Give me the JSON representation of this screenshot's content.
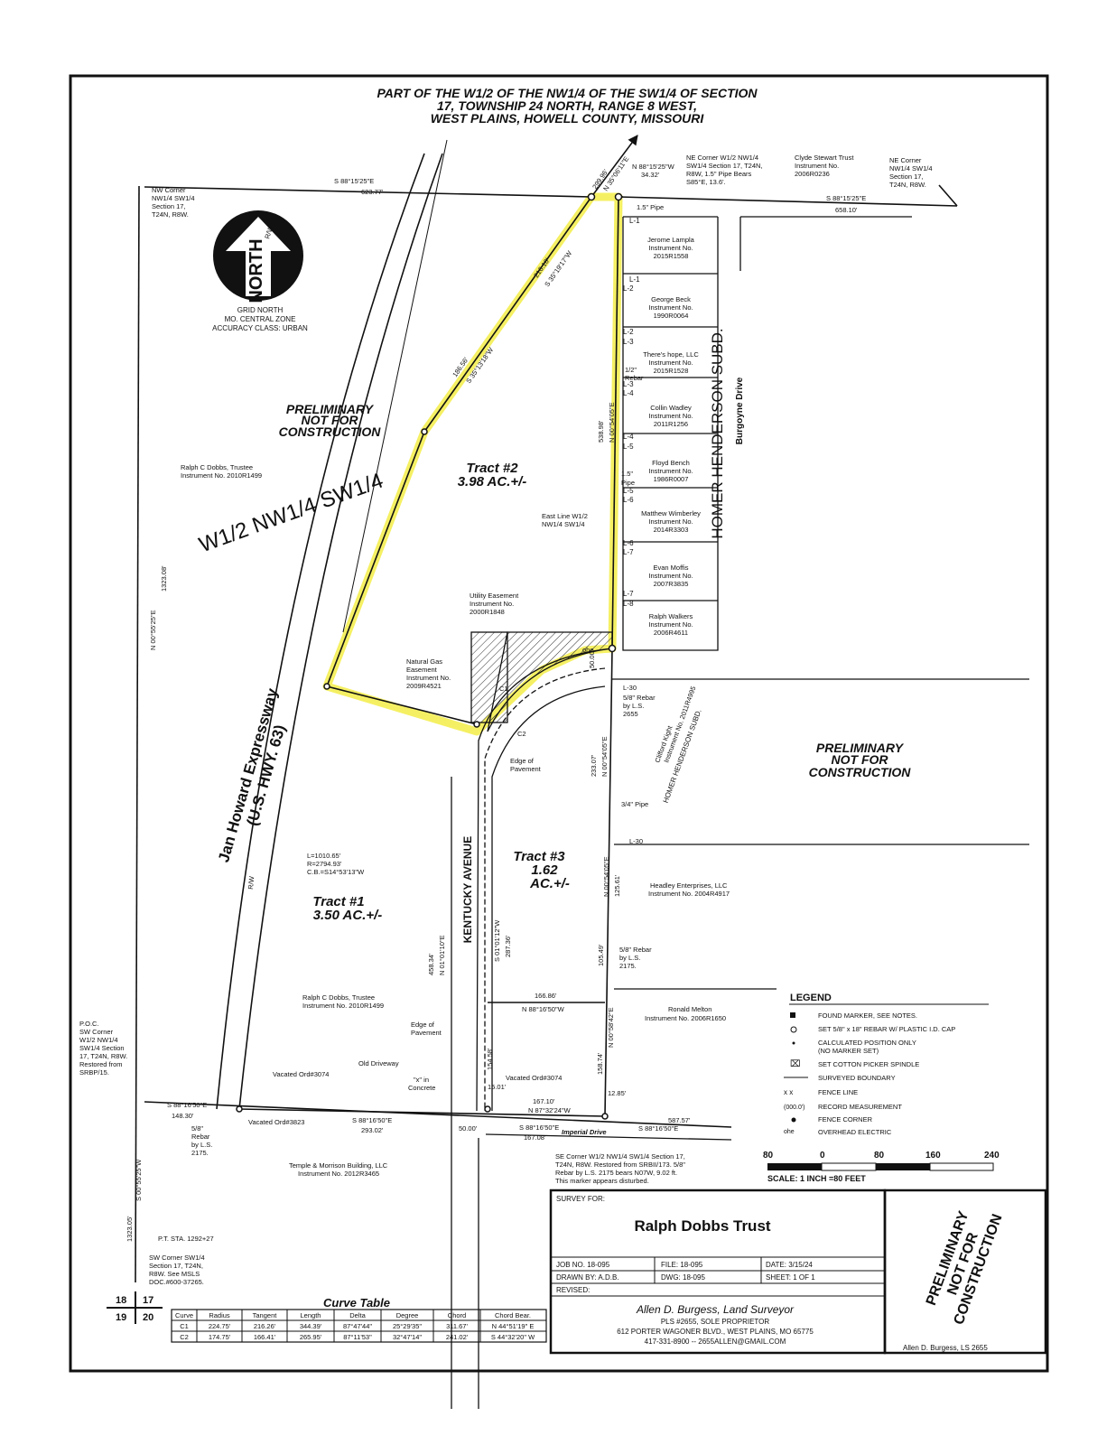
{
  "title": {
    "line1": "PART OF THE W1/2 OF THE NW1/4 OF THE SW1/4 OF SECTION",
    "line2": "17, TOWNSHIP 24 NORTH, RANGE 8 WEST,",
    "line3": "WEST PLAINS, HOWELL COUNTY, MISSOURI"
  },
  "north_arrow": {
    "label": "NORTH",
    "note1": "GRID NORTH",
    "note2": "MO. CENTRAL ZONE",
    "note3": "ACCURACY CLASS: URBAN"
  },
  "preliminary": {
    "line1": "PRELIMINARY",
    "line2": "NOT FOR",
    "line3": "CONSTRUCTION"
  },
  "tracts": {
    "t1_name": "Tract #1",
    "t1_area": "3.50 AC.+/-",
    "t2_name": "Tract #2",
    "t2_area": "3.98 AC.+/-",
    "t3_name": "Tract #3",
    "t3_area1": "1.62",
    "t3_area2": "AC.+/-"
  },
  "corners": {
    "nw": [
      "NW Corner",
      "NW1/4 SW1/4",
      "Section 17,",
      "T24N, R8W."
    ],
    "ne_w12": [
      "NE Corner W1/2 NW1/4",
      "SW1/4 Section 17, T24N,",
      "R8W, 1.5\" Pipe Bears",
      "S85°E, 13.6'."
    ],
    "clyde": [
      "Clyde Stewart Trust",
      "Instrument No.",
      "2006R0236"
    ],
    "ne_nw14": [
      "NE Corner",
      "NW1/4 SW1/4",
      "Section 17,",
      "T24N, R8W."
    ],
    "poc": [
      "P.O.C.",
      "SW Corner",
      "W1/2 NW1/4",
      "SW1/4 Section",
      "17, T24N, R8W.",
      "Restored from",
      "SRBP/15."
    ],
    "sw_sw14": [
      "SW Corner SW1/4",
      "Section 17, T24N,",
      "R8W. See MSLS",
      "DOC.#600-37265."
    ],
    "se_w12": [
      "SE Corner W1/2 NW1/4 SW1/4 Section 17,",
      "T24N, R8W. Restored from SRBII/173. 5/8\"",
      "Rebar by L.S. 2175 bears N07W, 9.02 ft.",
      "This marker appears disturbed."
    ]
  },
  "bearings": {
    "top_left": "S 88°15'25\"E",
    "top_left_dist": "623.77'",
    "top_right": "S 88°15'25\"E",
    "top_right_dist": "658.10'",
    "ne_short": "N 88°15'25\"W",
    "ne_short_dist": "34.32'",
    "diag_top": "N 35°06'11\"E",
    "diag_top_dist": "299.96'",
    "row1": "S 35°19'17\"W",
    "row1_dist": "216.16'",
    "row2": "S 35°13'18\"W",
    "row2_dist": "186.56'",
    "east_line": "N 00°54'05\"E",
    "east_line_dist": "538.98'",
    "mid_east": "N 00°54'05\"E",
    "mid_east_dist": "233.07'",
    "t3_east": "N 00°54'05\"E",
    "t3_east_dist": "125.61'",
    "t3_south_dist": "105.49'",
    "lower_east": "N 00°58'42\"E",
    "lower_east_dist": "158.74'",
    "ky_bearing": "S 01°01'12\"W",
    "ky_dist": "287.36'",
    "ky_left": "N 01°01'10\"E",
    "ky_left_dist": "458.34'",
    "ky_154": "154.58'",
    "t3_bottom_dist": "166.86'",
    "t3_bottom": "N 88°16'50\"W",
    "south_left": "S 88°16'50\"E",
    "south_left_dist": "148.30'",
    "south_mid": "S 88°16'50\"E",
    "south_mid_dist": "293.02'",
    "south_right": "S 88°16'50\"E",
    "south_right_dist": "587.57'",
    "imp_167": "167.10'",
    "imp_bearing": "N 87°32'24\"W",
    "imp_167b": "167.08'",
    "imp_s": "S 88°16'50\"E",
    "d_50": "50.00'",
    "d_50b": "50.00'",
    "d_1501": "15.01'",
    "d_1285": "12.85'",
    "left_vert": "N 00°55'25\"E",
    "left_vert_dist": "1323.08'",
    "left_vert2": "S 00°55'25\"W",
    "left_vert2_dist": "1323.05'"
  },
  "lots": [
    {
      "owner": "Jerome Lampla",
      "inst": "Instrument No.",
      "num": "2015R1558"
    },
    {
      "owner": "George Beck",
      "inst": "Instrument No.",
      "num": "1990R0064"
    },
    {
      "owner": "There's hope, LLC",
      "inst": "Instrument No.",
      "num": "2015R1528"
    },
    {
      "owner": "Collin Wadley",
      "inst": "Instrument No.",
      "num": "2011R1256"
    },
    {
      "owner": "Floyd Bench",
      "inst": "Instrument No.",
      "num": "1986R0007"
    },
    {
      "owner": "Matthew Wimberley",
      "inst": "Instrument No.",
      "num": "2014R3303"
    },
    {
      "owner": "Evan Moffis",
      "inst": "Instrument No.",
      "num": "2007R3835"
    },
    {
      "owner": "Ralph Walkers",
      "inst": "Instrument No.",
      "num": "2006R4611"
    }
  ],
  "l_labels": [
    "L-1",
    "L-1",
    "L-2",
    "L-2",
    "L-3",
    "L-3",
    "L-4",
    "L-4",
    "L-5",
    "L-5",
    "L-6",
    "L-6",
    "L-7",
    "L-7",
    "L-8"
  ],
  "subdivision": "HOMER HENDERSON SUBD.",
  "subdivision2": "HOMER HENDERSON SUBD.",
  "burgoyne": "Burgoyne Drive",
  "pipe_15": "1.5\" Pipe",
  "rebar_12": [
    "1/2\"",
    "Rebar"
  ],
  "pipe_15b": [
    "1.5\"",
    "Pipe"
  ],
  "east_line_note": [
    "East Line W1/2",
    "NW1/4 SW1/4"
  ],
  "ohe": "ohe",
  "w12_label": "W1/2 NW1/4 SW1/4",
  "rw": "R/W",
  "dobbs_upper": [
    "Ralph C Dobbs, Trustee",
    "Instrument No. 2010R1499"
  ],
  "dobbs_lower": [
    "Ralph C Dobbs, Trustee",
    "Instrument No. 2010R1499"
  ],
  "utility": [
    "Utility Easement",
    "Instrument No.",
    "2000R1848"
  ],
  "gas": [
    "Natural Gas",
    "Easement",
    "Instrument No.",
    "2009R4521"
  ],
  "c1": "C1",
  "c2": "C2",
  "l30a": "L-30",
  "l30b": "L-30",
  "rebar_2655": [
    "5/8\" Rebar",
    "by L.S.",
    "2655"
  ],
  "clifford": [
    "Clifford Kight",
    "Instrument No. 2011R4995"
  ],
  "pipe_34": "3/4\" Pipe",
  "edge_pav1": [
    "Edge of",
    "Pavement"
  ],
  "edge_pav2": [
    "Edge of",
    "Pavement"
  ],
  "expressway1": "Jan Howard Expressway",
  "expressway2": "(U.S. HWY. 63)",
  "curve_note": [
    "L=1010.65'",
    "R=2794.93'",
    "C.B.=S14°53'13\"W"
  ],
  "kentucky": "KENTUCKY AVENUE",
  "headley": [
    "Headley Enterprises, LLC",
    "Instrument No. 2004R4917"
  ],
  "rebar_2175": [
    "5/8\" Rebar",
    "by L.S.",
    "2175."
  ],
  "rebar_2175b": [
    "5/8\"",
    "Rebar",
    "by L.S.",
    "2175."
  ],
  "ronald": [
    "Ronald Melton",
    "Instrument No. 2006R1650"
  ],
  "vacated1": "Vacated Ord#3074",
  "vacated2": "Vacated Ord#3074",
  "vacated3": "Vacated Ord#3823",
  "old_driveway": "Old Driveway",
  "x_concrete": [
    "\"x\" in",
    "Concrete"
  ],
  "imperial": "Imperial Drive",
  "temple": [
    "Temple & Morrison Building, LLC",
    "Instrument No. 2012R3465"
  ],
  "pt_sta": "P.T. STA. 1292+27",
  "section_grid": [
    "18",
    "17",
    "19",
    "20"
  ],
  "legend": {
    "title": "LEGEND",
    "items": [
      "FOUND MARKER, SEE NOTES.",
      "SET 5/8\" x 18\" REBAR W/ PLASTIC I.D. CAP",
      "CALCULATED POSITION ONLY",
      "(NO MARKER SET)",
      "SET COTTON PICKER SPINDLE",
      "SURVEYED BOUNDARY",
      "FENCE LINE",
      "RECORD MEASUREMENT",
      "FENCE CORNER",
      "OVERHEAD ELECTRIC"
    ],
    "record_sym": "(000.0')",
    "fence_sym": "x    x",
    "ohe_sym": "ohe"
  },
  "scale": {
    "ticks": [
      "80",
      "0",
      "80",
      "160",
      "240"
    ],
    "label": "SCALE: 1 INCH =80 FEET"
  },
  "title_block": {
    "survey_for": "SURVEY FOR:",
    "client": "Ralph Dobbs Trust",
    "job": "JOB NO. 18-095",
    "file": "FILE: 18-095",
    "date": "DATE: 3/15/24",
    "drawn": "DRAWN BY: A.D.B.",
    "dwg": "DWG: 18-095",
    "sheet": "SHEET: 1 OF 1",
    "revised": "REVISED:",
    "surveyor": "Allen D. Burgess, Land Surveyor",
    "pls": "PLS #2655, SOLE PROPRIETOR",
    "address": "612 PORTER WAGONER BLVD., WEST PLAINS, MO 65775",
    "contact": "417-331-8900 -- 2655ALLEN@GMAIL.COM",
    "signature": "Allen D. Burgess, LS 2655"
  },
  "curve_table": {
    "title": "Curve Table",
    "headers": [
      "Curve",
      "Radius",
      "Tangent",
      "Length",
      "Delta",
      "Degree",
      "Chord",
      "Chord Bear."
    ],
    "rows": [
      [
        "C1",
        "224.75'",
        "216.26'",
        "344.39'",
        "87°47'44\"",
        "25°29'35\"",
        "311.67'",
        "N 44°51'19\" E"
      ],
      [
        "C2",
        "174.75'",
        "166.41'",
        "265.95'",
        "87°11'53\"",
        "32°47'14\"",
        "241.02'",
        "S 44°32'20\" W"
      ]
    ]
  },
  "colors": {
    "highlight": "#f4ee52",
    "line": "#111111",
    "hatch": "#333333"
  }
}
